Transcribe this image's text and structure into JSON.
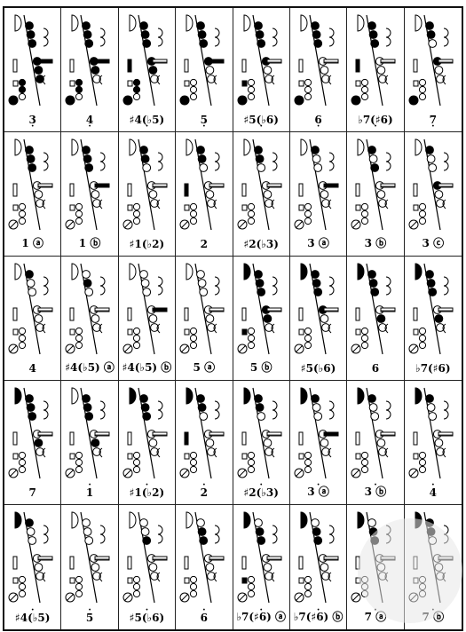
{
  "fingering_chart": {
    "rows": [
      [
        {
          "note": "3",
          "prefix": "",
          "octave": "low",
          "variant": "",
          "k": [
            1,
            1,
            1,
            1,
            1,
            1
          ],
          "h": [
            0,
            1,
            0
          ]
        },
        {
          "note": "4",
          "prefix": "",
          "octave": "low",
          "variant": "",
          "k": [
            1,
            1,
            1,
            1,
            1,
            0
          ],
          "h": [
            0,
            1,
            0
          ]
        },
        {
          "note": "4",
          "prefix": "♯",
          "alt": "(♭5)",
          "octave": "low",
          "variant": "",
          "k": [
            1,
            1,
            1,
            1,
            1,
            0
          ],
          "h": [
            0,
            0,
            1
          ]
        },
        {
          "note": "5",
          "prefix": "",
          "octave": "low",
          "variant": "",
          "k": [
            1,
            1,
            1,
            1,
            0,
            0
          ],
          "h": [
            0,
            1,
            0
          ]
        },
        {
          "note": "5",
          "prefix": "♯",
          "alt": "(♭6)",
          "octave": "low",
          "variant": "",
          "k": [
            1,
            1,
            1,
            1,
            0,
            0
          ],
          "h": [
            1,
            0,
            0
          ]
        },
        {
          "note": "6",
          "prefix": "",
          "octave": "low",
          "variant": "",
          "k": [
            1,
            1,
            1,
            0,
            0,
            0
          ],
          "h": [
            0,
            0,
            0
          ]
        },
        {
          "note": "7",
          "prefix": "♭",
          "alt": "(♯6)",
          "octave": "low",
          "variant": "",
          "k": [
            1,
            1,
            1,
            0,
            0,
            0
          ],
          "h": [
            0,
            0,
            1
          ]
        },
        {
          "note": "7",
          "prefix": "",
          "octave": "low",
          "variant": "",
          "k": [
            1,
            1,
            0,
            1,
            0,
            0
          ],
          "h": [
            0,
            0,
            0
          ]
        }
      ],
      [
        {
          "note": "1",
          "prefix": "",
          "octave": "mid",
          "variant": "a",
          "k": [
            1,
            1,
            1,
            0,
            0,
            0
          ],
          "h": [
            0,
            0,
            0
          ]
        },
        {
          "note": "1",
          "prefix": "",
          "octave": "mid",
          "variant": "b",
          "k": [
            1,
            1,
            1,
            0,
            0,
            0
          ],
          "h": [
            0,
            1,
            0
          ]
        },
        {
          "note": "1",
          "prefix": "♯",
          "alt": "(♭2)",
          "octave": "mid",
          "variant": "",
          "k": [
            1,
            1,
            0,
            0,
            0,
            0
          ],
          "h": [
            0,
            0,
            0
          ]
        },
        {
          "note": "2",
          "prefix": "",
          "octave": "mid",
          "variant": "",
          "k": [
            1,
            1,
            0,
            0,
            0,
            0
          ],
          "h": [
            0,
            0,
            1
          ]
        },
        {
          "note": "2",
          "prefix": "♯",
          "alt": "(♭3)",
          "octave": "mid",
          "variant": "",
          "k": [
            1,
            1,
            0,
            0,
            0,
            0
          ],
          "h": [
            0,
            0,
            0
          ]
        },
        {
          "note": "3",
          "prefix": "",
          "octave": "mid",
          "variant": "a",
          "k": [
            1,
            0,
            0,
            0,
            0,
            0
          ],
          "h": [
            0,
            1,
            0
          ]
        },
        {
          "note": "3",
          "prefix": "",
          "octave": "mid",
          "variant": "b",
          "k": [
            1,
            0,
            1,
            0,
            0,
            0
          ],
          "h": [
            0,
            0,
            0
          ]
        },
        {
          "note": "3",
          "prefix": "",
          "octave": "mid",
          "variant": "c",
          "k": [
            1,
            0,
            0,
            1,
            0,
            0
          ],
          "h": [
            0,
            0,
            0
          ]
        }
      ],
      [
        {
          "note": "4",
          "prefix": "",
          "octave": "mid",
          "variant": "",
          "k": [
            1,
            0,
            0,
            0,
            0,
            0
          ],
          "h": [
            0,
            0,
            0
          ]
        },
        {
          "note": "4",
          "prefix": "♯",
          "alt": "(♭5)",
          "octave": "mid",
          "variant": "a",
          "k": [
            0,
            1,
            0,
            0,
            0,
            0
          ],
          "h": [
            0,
            0,
            0
          ]
        },
        {
          "note": "4",
          "prefix": "♯",
          "alt": "(♭5)",
          "octave": "mid",
          "variant": "b",
          "k": [
            0,
            0,
            0,
            0,
            0,
            0
          ],
          "h": [
            0,
            1,
            0
          ]
        },
        {
          "note": "5",
          "prefix": "",
          "octave": "mid",
          "variant": "a",
          "k": [
            0,
            0,
            0,
            0,
            0,
            0
          ],
          "h": [
            0,
            0,
            0
          ]
        },
        {
          "note": "5",
          "prefix": "",
          "octave": "mid",
          "variant": "b",
          "k": [
            1,
            1,
            1,
            1,
            1,
            0
          ],
          "h": [
            1,
            0,
            0
          ]
        },
        {
          "note": "5",
          "prefix": "♯",
          "alt": "(♭6)",
          "octave": "mid",
          "variant": "",
          "k": [
            1,
            1,
            1,
            1,
            0,
            0
          ],
          "h": [
            0,
            0,
            0
          ]
        },
        {
          "note": "6",
          "prefix": "",
          "octave": "mid",
          "variant": "",
          "k": [
            1,
            1,
            1,
            0,
            1,
            0
          ],
          "h": [
            0,
            0,
            0
          ]
        },
        {
          "note": "7",
          "prefix": "♭",
          "alt": "(♯6)",
          "octave": "mid",
          "variant": "",
          "k": [
            1,
            1,
            1,
            0,
            1,
            0
          ],
          "h": [
            0,
            0,
            0
          ]
        }
      ],
      [
        {
          "note": "7",
          "prefix": "",
          "octave": "mid",
          "variant": "",
          "k": [
            1,
            1,
            1,
            0,
            1,
            0
          ],
          "h": [
            0,
            0,
            0
          ]
        },
        {
          "note": "1",
          "prefix": "",
          "octave": "high",
          "variant": "",
          "k": [
            1,
            1,
            1,
            0,
            1,
            0
          ],
          "h": [
            0,
            0,
            0
          ]
        },
        {
          "note": "1",
          "prefix": "♯",
          "alt": "(♭2)",
          "octave": "high",
          "variant": "",
          "k": [
            1,
            1,
            1,
            0,
            0,
            0
          ],
          "h": [
            0,
            0,
            0
          ]
        },
        {
          "note": "2",
          "prefix": "",
          "octave": "high",
          "variant": "",
          "k": [
            1,
            1,
            0,
            0,
            0,
            0
          ],
          "h": [
            0,
            0,
            1
          ]
        },
        {
          "note": "2",
          "prefix": "♯",
          "alt": "(♭3)",
          "octave": "high",
          "variant": "",
          "k": [
            1,
            1,
            0,
            0,
            0,
            0
          ],
          "h": [
            0,
            0,
            0
          ]
        },
        {
          "note": "3",
          "prefix": "",
          "octave": "high",
          "variant": "a",
          "k": [
            1,
            0,
            0,
            0,
            0,
            0
          ],
          "h": [
            0,
            1,
            0
          ]
        },
        {
          "note": "3",
          "prefix": "",
          "octave": "high",
          "variant": "b",
          "k": [
            1,
            0,
            0,
            0,
            0,
            0
          ],
          "h": [
            0,
            0,
            0
          ]
        },
        {
          "note": "4",
          "prefix": "",
          "octave": "high",
          "variant": "",
          "k": [
            1,
            0,
            0,
            0,
            0,
            0
          ],
          "h": [
            0,
            0,
            0
          ]
        }
      ],
      [
        {
          "note": "4",
          "prefix": "♯",
          "alt": "(♭5)",
          "octave": "high",
          "variant": "",
          "k": [
            1,
            0,
            0,
            0,
            0,
            0
          ],
          "h": [
            0,
            0,
            0
          ]
        },
        {
          "note": "5",
          "prefix": "",
          "octave": "high",
          "variant": "",
          "k": [
            0,
            0,
            0,
            0,
            0,
            0
          ],
          "h": [
            0,
            0,
            0
          ]
        },
        {
          "note": "5",
          "prefix": "♯",
          "alt": "(♭6)",
          "octave": "high",
          "variant": "",
          "k": [
            0,
            0,
            1,
            0,
            0,
            0
          ],
          "h": [
            0,
            0,
            0
          ]
        },
        {
          "note": "6",
          "prefix": "",
          "octave": "high",
          "variant": "",
          "k": [
            0,
            1,
            1,
            0,
            0,
            0
          ],
          "h": [
            0,
            0,
            0
          ]
        },
        {
          "note": "7",
          "prefix": "♭",
          "alt": "(♯6)",
          "octave": "high",
          "variant": "a",
          "k": [
            0,
            1,
            1,
            0,
            0,
            0
          ],
          "h": [
            1,
            0,
            0
          ]
        },
        {
          "note": "7",
          "prefix": "♭",
          "alt": "(♯6)",
          "octave": "high",
          "variant": "b",
          "k": [
            0,
            1,
            1,
            0,
            0,
            0
          ],
          "h": [
            0,
            0,
            0
          ]
        },
        {
          "note": "7",
          "prefix": "",
          "octave": "high",
          "variant": "a",
          "k": [
            0,
            1,
            1,
            0,
            0,
            0
          ],
          "h": [
            0,
            0,
            0
          ]
        },
        {
          "note": "7",
          "prefix": "",
          "octave": "high",
          "variant": "b",
          "k": [
            1,
            1,
            0,
            0,
            0,
            0
          ],
          "h": [
            0,
            0,
            0
          ]
        }
      ]
    ]
  }
}
